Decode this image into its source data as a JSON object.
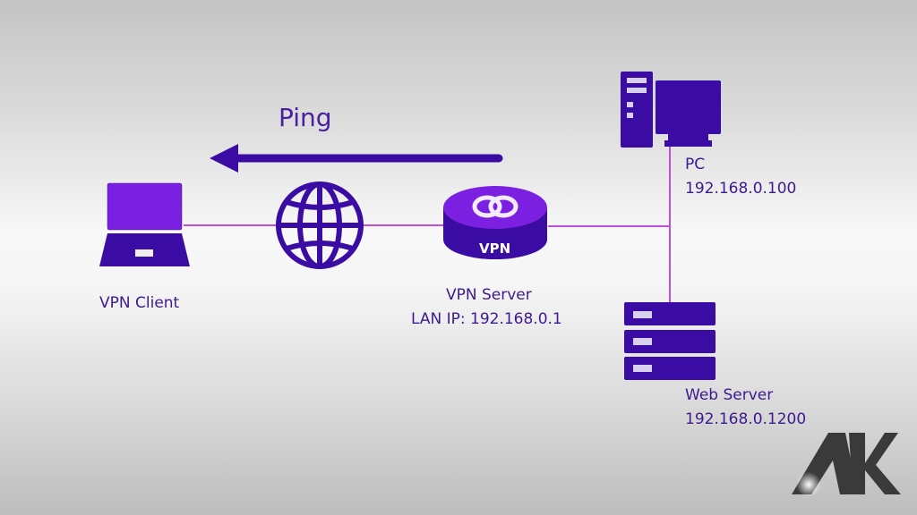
{
  "diagram": {
    "ping_label": "Ping",
    "ping_direction": "right-to-left",
    "nodes": {
      "vpn_client": {
        "label": "VPN Client"
      },
      "internet": {
        "label": ""
      },
      "vpn_server": {
        "label": "VPN Server",
        "sublabel": "LAN IP: 192.168.0.1",
        "badge": "VPN"
      },
      "pc": {
        "label": "PC",
        "ip": "192.168.0.100"
      },
      "web_server": {
        "label": "Web Server",
        "ip": "192.168.0.1200"
      }
    },
    "connections": [
      {
        "from": "vpn_client",
        "to": "internet"
      },
      {
        "from": "internet",
        "to": "vpn_server"
      },
      {
        "from": "vpn_server",
        "to": "lan_bus"
      },
      {
        "from": "lan_bus",
        "to": "pc"
      },
      {
        "from": "lan_bus",
        "to": "web_server"
      }
    ],
    "colors": {
      "primary": "#3a0ca3",
      "accent": "#7b1fe0",
      "line": "#c04ee0",
      "text": "#3d1a8f"
    }
  },
  "watermark": {
    "text": "AK"
  }
}
